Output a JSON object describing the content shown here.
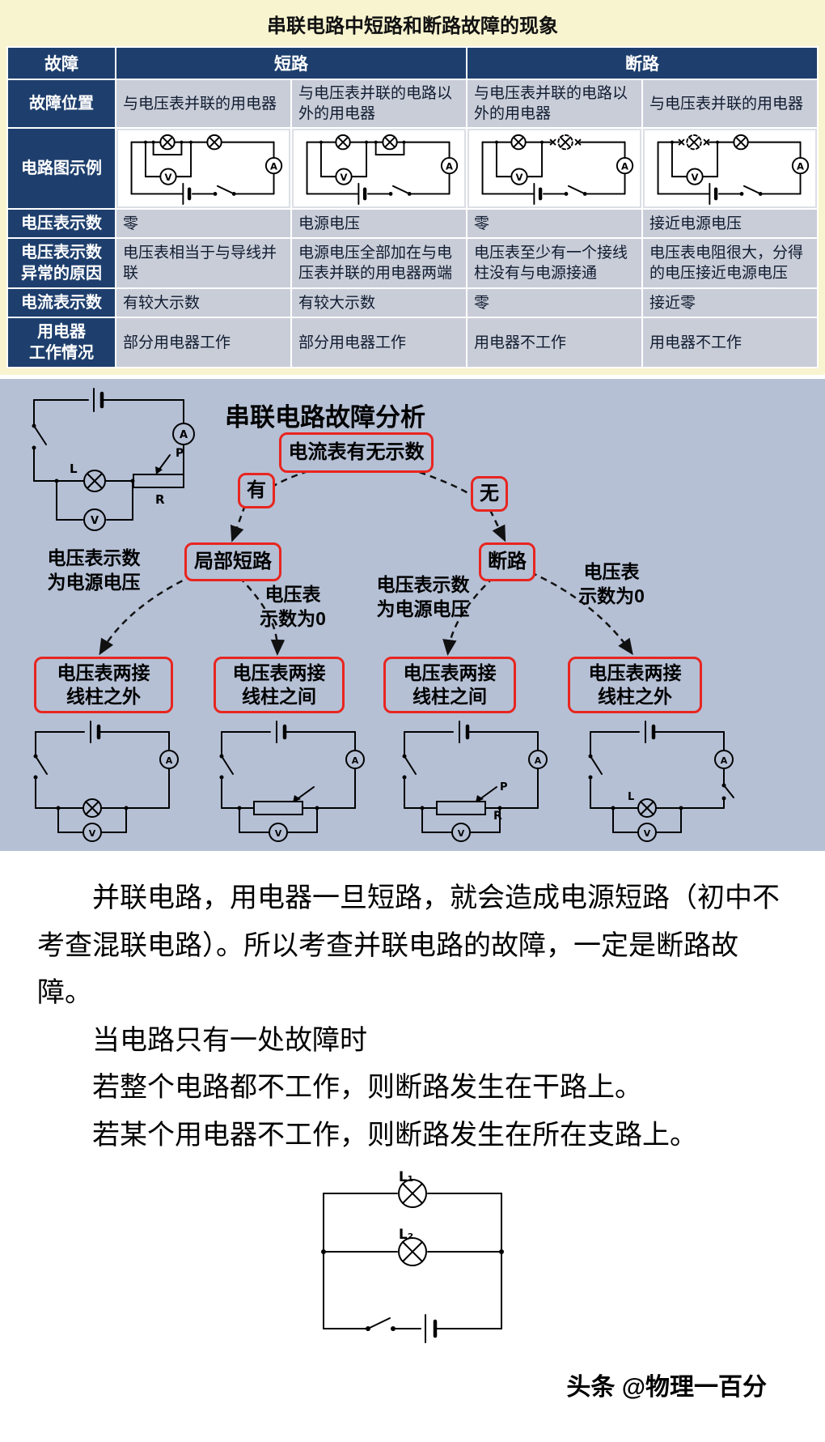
{
  "colors": {
    "accent_red": "#e8251f",
    "navy": "#1e3f6d",
    "cell_bg": "#c9cdd8",
    "flow_bg": "#b5c0d5",
    "title_bg": "#f8f4d0"
  },
  "table": {
    "title": "串联电路中短路和断路故障的现象",
    "headers": {
      "fault": "故障",
      "short": "短路",
      "open": "断路"
    },
    "row_labels": {
      "location": "故障位置",
      "diagram": "电路图示例",
      "volt": "电压表示数",
      "reason": "电压表示数\n异常的原因",
      "ammeter": "电流表示数",
      "appliance": "用电器\n工作情况"
    },
    "location": [
      "与电压表并联的用电器",
      "与电压表并联的电路以外的用电器",
      "与电压表并联的电路以外的用电器",
      "与电压表并联的用电器"
    ],
    "volt": [
      "零",
      "电源电压",
      "零",
      "接近电源电压"
    ],
    "reason": [
      "电压表相当于与导线并联",
      "电源电压全部加在与电压表并联的用电器两端",
      "电压表至少有一个接线柱没有与电源接通",
      "电压表电阻很大，分得的电压接近电源电压"
    ],
    "ammeter": [
      "有较大示数",
      "有较大示数",
      "零",
      "接近零"
    ],
    "appliance": [
      "部分用电器工作",
      "部分用电器工作",
      "用电器不工作",
      "用电器不工作"
    ]
  },
  "flow": {
    "title": "串联电路故障分析",
    "root": "电流表有无示数",
    "yes": "有",
    "no": "无",
    "short": "局部短路",
    "open": "断路",
    "v_source": "电压表示数\n为电源电压",
    "v_zero": "电压表\n示数为0",
    "out_outside": "电压表两接\n线柱之外",
    "out_between": "电压表两接\n线柱之间"
  },
  "notes": {
    "para": "并联电路，用电器一旦短路，就会造成电源短路（初中不考查混联电路）。所以考查并联电路的故障，一定是断路故障。",
    "line1": "当电路只有一处故障时",
    "line2": "若整个电路都不工作，则断路发生在干路上。",
    "line3": "若某个用电器不工作，则断路发生在所在支路上。"
  },
  "symbols": {
    "A": "A",
    "V": "V",
    "L": "L",
    "P": "P",
    "R": "R",
    "L1": "L₁",
    "L2": "L₂"
  },
  "footer": {
    "watermark": "头条 @物理一百分"
  }
}
